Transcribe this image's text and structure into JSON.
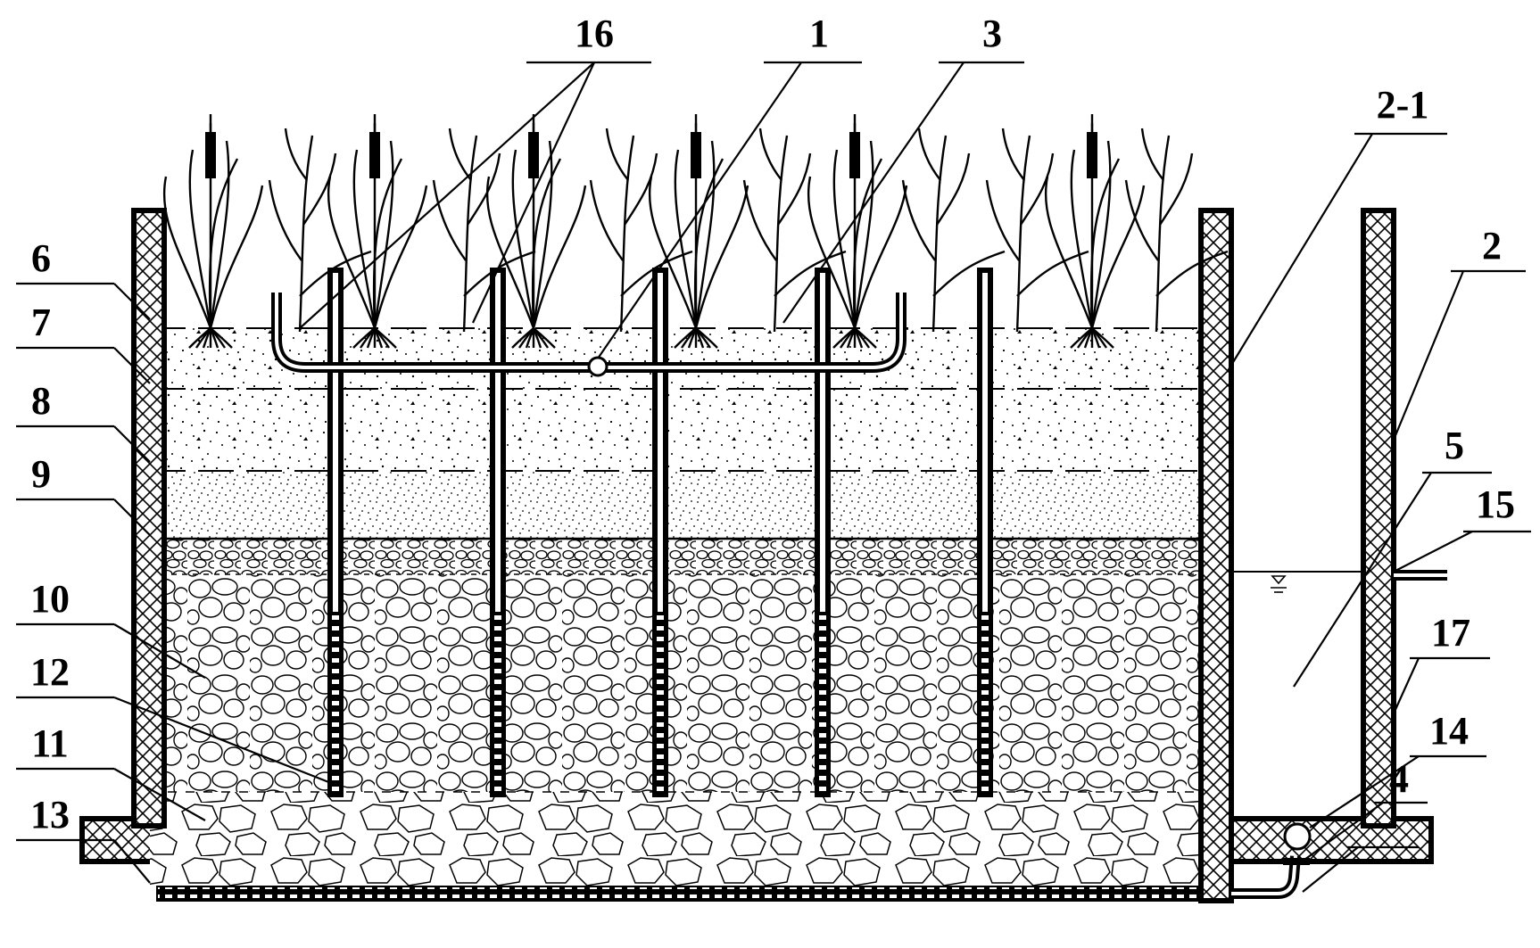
{
  "figure": {
    "labels": {
      "l16": "16",
      "l1": "1",
      "l3": "3",
      "l2_1": "2-1",
      "l2": "2",
      "l5": "5",
      "l15": "15",
      "l6": "6",
      "l7": "7",
      "l8": "8",
      "l9": "9",
      "l10": "10",
      "l12": "12",
      "l11": "11",
      "l13": "13",
      "l17": "17",
      "l14": "14",
      "l4": "4"
    },
    "plants": {
      "cattail_count": 6,
      "reed_count": 7
    },
    "vertical_pipes_count": 5,
    "colors": {
      "line": "#000000",
      "background": "#ffffff"
    }
  }
}
